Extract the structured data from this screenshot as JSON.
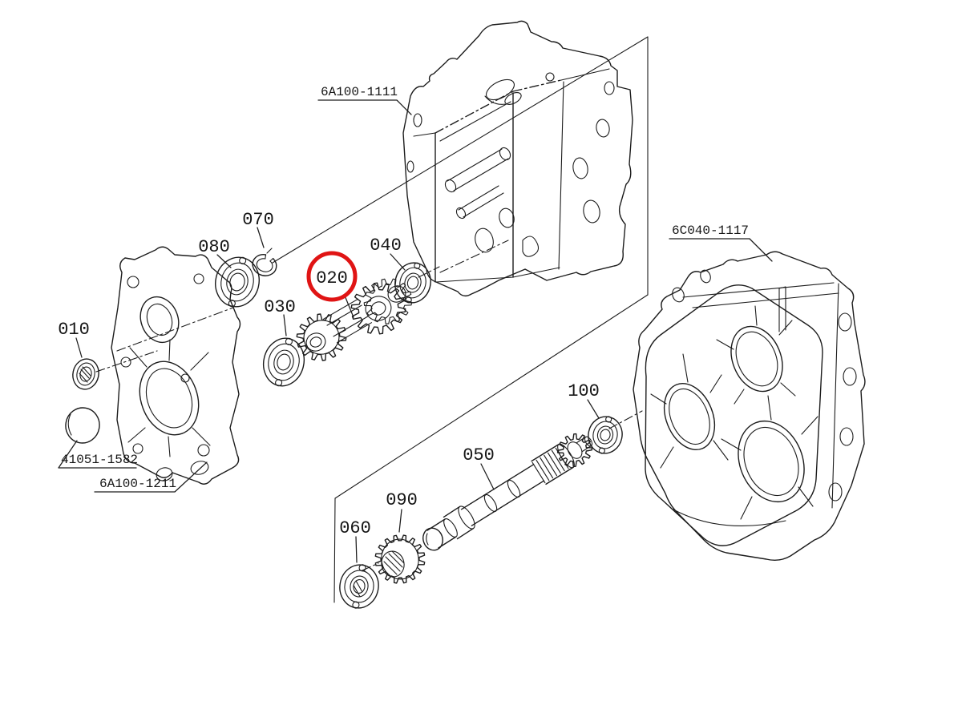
{
  "figure": {
    "type": "exploded-parts-diagram",
    "subject": "transmission-case-gear-shaft-group",
    "background_color": "#ffffff",
    "line_color": "#1c1c1c",
    "highlight_color": "#e01414",
    "highlighted_callout": "020",
    "callouts": {
      "c010": "010",
      "c020": "020",
      "c030": "030",
      "c040": "040",
      "c050": "050",
      "c060": "060",
      "c070": "070",
      "c080": "080",
      "c090": "090",
      "c100": "100"
    },
    "part_numbers": {
      "top_case": "6A100-1111",
      "right_case": "6C040-1117",
      "plug": "41051-1582",
      "left_case": "6A100-1211"
    }
  }
}
